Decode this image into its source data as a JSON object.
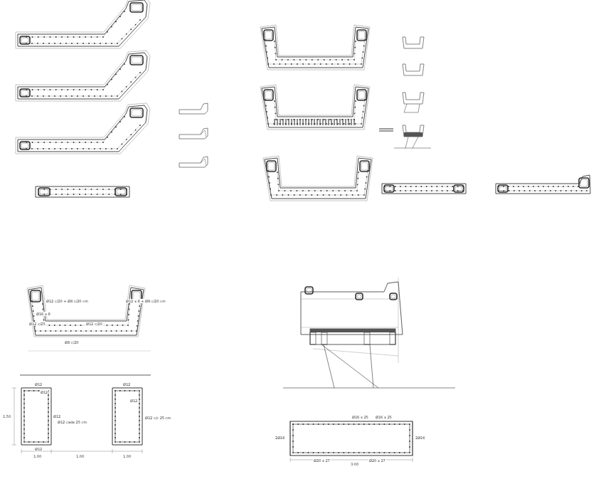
{
  "diagram": {
    "labels": [
      "Ø12 c/20 + Ø8 c/20 cm",
      "Ø16 x 8",
      "Ø12 c/25",
      "Ø12 c/20",
      "Ø8 c/20",
      "Ø12 x 8 + Ø8 c/20 cm",
      "Ø12",
      "Ø12",
      "Ø12",
      "Ø12 cada 25 cm",
      "Ø12",
      "Ø12",
      "Ø12",
      "Ø12 c/c 25 cm",
      "1.50",
      "1.00",
      "1.00",
      "1.00",
      "Ø16 x 25",
      "Ø16 x 25",
      "2Ø16",
      "2Ø16",
      "Ø20 x 27",
      "Ø20 x 27",
      "3.00"
    ]
  }
}
